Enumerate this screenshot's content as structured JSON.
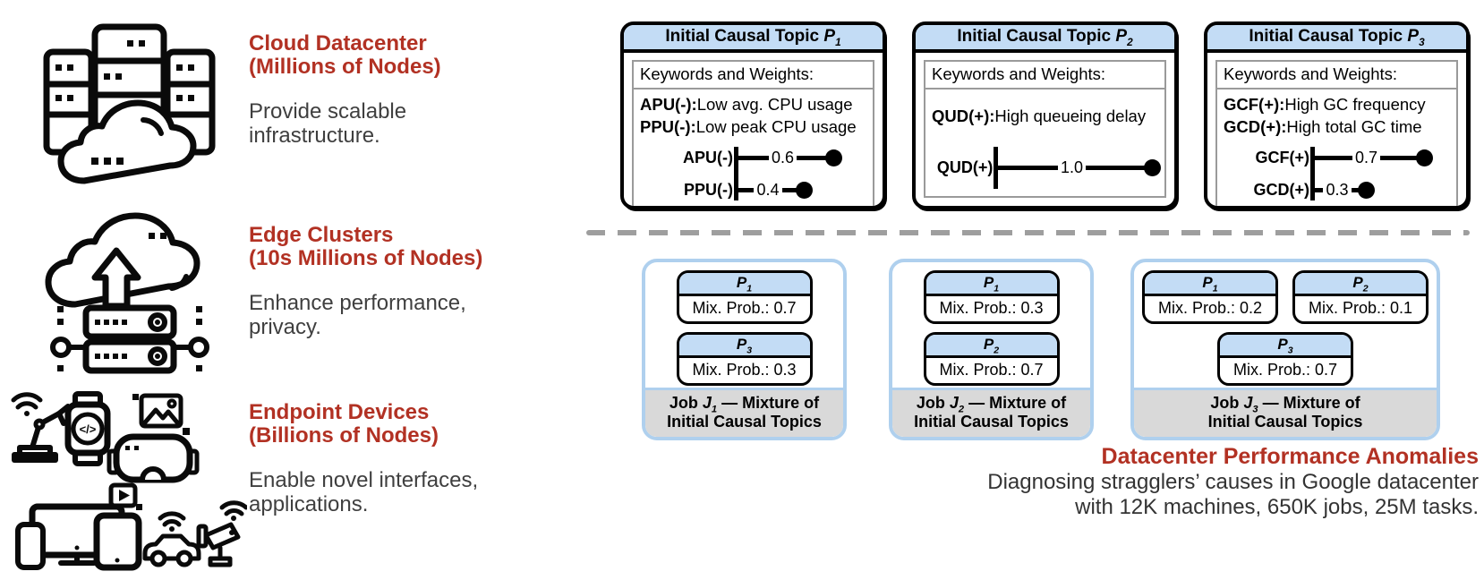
{
  "colors": {
    "accent_red": "#B23123",
    "body_text": "#3F3F3F",
    "topic_header_blue": "#C3DCF5",
    "job_border_blue": "#AFD0EE",
    "job_footer_gray": "#D9D9D9",
    "divider_gray": "#9E9E9E"
  },
  "left_panel": {
    "sections": [
      {
        "icon": "cloud-datacenter-icon",
        "title_line1": "Cloud Datacenter",
        "title_line2": "(Millions of Nodes)",
        "desc_line1": "Provide scalable",
        "desc_line2": "infrastructure."
      },
      {
        "icon": "edge-clusters-icon",
        "title_line1": "Edge Clusters",
        "title_line2": "(10s Millions of Nodes)",
        "desc_line1": "Enhance performance,",
        "desc_line2": "privacy."
      },
      {
        "icon": "endpoint-devices-icon",
        "title_line1": "Endpoint Devices",
        "title_line2": "(Billions of Nodes)",
        "desc_line1": "Enable novel interfaces,",
        "desc_line2": "applications."
      }
    ]
  },
  "topics": [
    {
      "title_prefix": "Initial Causal Topic ",
      "symbol": "P",
      "subscript": "1",
      "keywords_header": "Keywords and Weights:",
      "keywords": [
        {
          "key": "APU(-):",
          "desc": "Low avg. CPU usage"
        },
        {
          "key": "PPU(-):",
          "desc": "Low peak CPU usage"
        }
      ],
      "bars": [
        {
          "label": "APU(-)",
          "value": 0.6,
          "value_text": "0.6"
        },
        {
          "label": "PPU(-)",
          "value": 0.4,
          "value_text": "0.4"
        }
      ]
    },
    {
      "title_prefix": "Initial Causal Topic ",
      "symbol": "P",
      "subscript": "2",
      "keywords_header": "Keywords and Weights:",
      "keywords": [
        {
          "key": "QUD(+):",
          "desc": "High queueing delay"
        }
      ],
      "bars": [
        {
          "label": "QUD(+)",
          "value": 1.0,
          "value_text": "1.0"
        }
      ]
    },
    {
      "title_prefix": "Initial Causal Topic ",
      "symbol": "P",
      "subscript": "3",
      "keywords_header": "Keywords and Weights:",
      "keywords": [
        {
          "key": "GCF(+):",
          "desc": "High GC frequency"
        },
        {
          "key": "GCD(+):",
          "desc": "High total GC time"
        }
      ],
      "bars": [
        {
          "label": "GCF(+)",
          "value": 0.7,
          "value_text": "0.7"
        },
        {
          "label": "GCD(+)",
          "value": 0.3,
          "value_text": "0.3"
        }
      ]
    }
  ],
  "jobs": [
    {
      "footer_prefix": "Job ",
      "symbol": "J",
      "subscript": "1",
      "footer_suffix": " — Mixture of",
      "footer_line2": "Initial Causal Topics",
      "mixtures": [
        {
          "symbol": "P",
          "subscript": "1",
          "label": "Mix. Prob.:",
          "prob": "0.7"
        },
        {
          "symbol": "P",
          "subscript": "3",
          "label": "Mix. Prob.:",
          "prob": "0.3"
        }
      ]
    },
    {
      "footer_prefix": "Job ",
      "symbol": "J",
      "subscript": "2",
      "footer_suffix": " — Mixture of",
      "footer_line2": "Initial Causal Topics",
      "mixtures": [
        {
          "symbol": "P",
          "subscript": "1",
          "label": "Mix. Prob.:",
          "prob": "0.3"
        },
        {
          "symbol": "P",
          "subscript": "2",
          "label": "Mix. Prob.:",
          "prob": "0.7"
        }
      ]
    },
    {
      "footer_prefix": "Job ",
      "symbol": "J",
      "subscript": "3",
      "footer_suffix": " — Mixture of",
      "footer_line2": "Initial Causal Topics",
      "mixtures": [
        {
          "symbol": "P",
          "subscript": "1",
          "label": "Mix. Prob.:",
          "prob": "0.2"
        },
        {
          "symbol": "P",
          "subscript": "2",
          "label": "Mix. Prob.:",
          "prob": "0.1"
        },
        {
          "symbol": "P",
          "subscript": "3",
          "label": "Mix. Prob.:",
          "prob": "0.7"
        }
      ]
    }
  ],
  "caption": {
    "title": "Datacenter Performance Anomalies",
    "line1": "Diagnosing stragglers’ causes in Google datacenter",
    "line2": "with 12K machines, 650K jobs, 25M tasks."
  }
}
